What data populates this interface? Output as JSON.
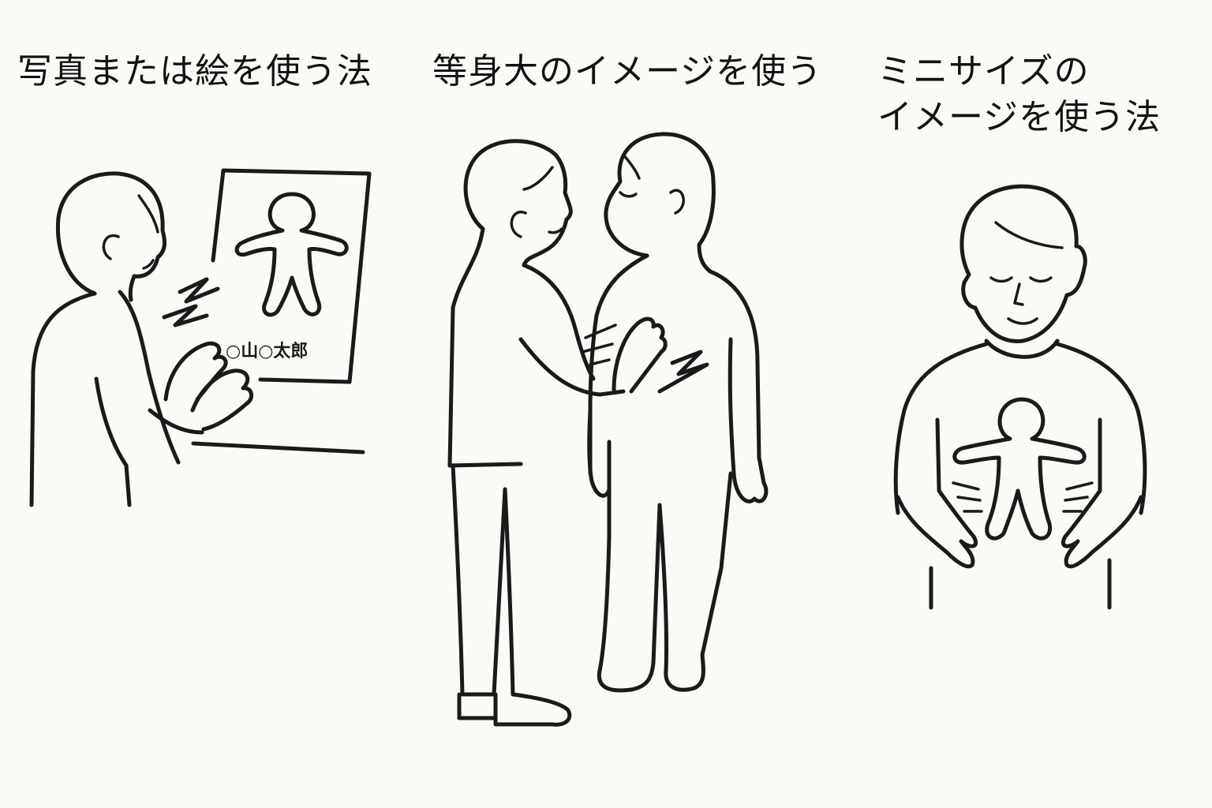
{
  "panels": [
    {
      "title": "写真または絵を使う法"
    },
    {
      "title": "等身大のイメージを使う"
    },
    {
      "title_lines": [
        "ミニサイズの",
        "イメージを使う法"
      ]
    }
  ],
  "photo_name_label": "○山○太郎"
}
